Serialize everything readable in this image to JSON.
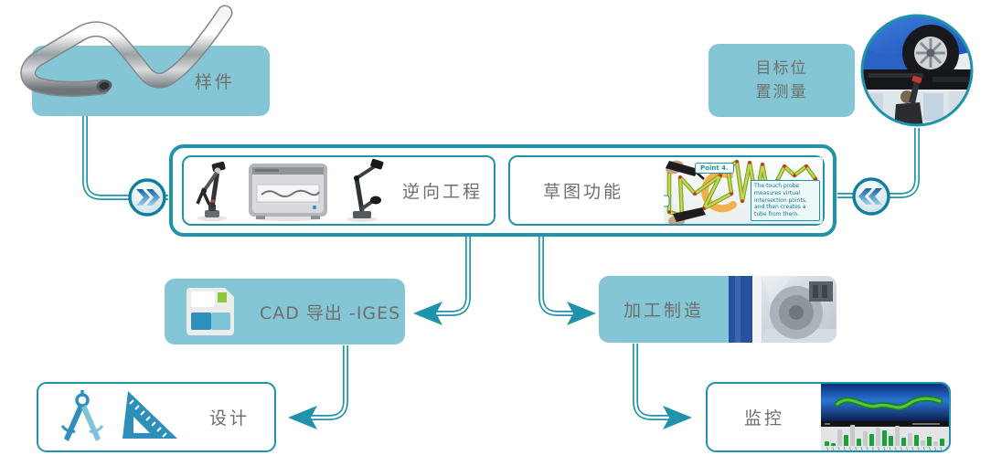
{
  "palette": {
    "teal": "#1f93a9",
    "teal_dark": "#11768e",
    "node_fill": "#85c6d6",
    "label_text": "#6f6f6a",
    "icon_blue": "#2e8fba",
    "icon_blue_light": "#7ec3d8",
    "icon_green": "#8dc63f",
    "chart_green": "#1f9e3c",
    "chart_gray": "#c6cacc"
  },
  "nodes": {
    "sample": {
      "label": "样件"
    },
    "target_measure": {
      "line1": "目标位",
      "line2": "置测量"
    },
    "reverse_engineering": {
      "label": "逆向工程"
    },
    "sketch_function": {
      "label": "草图功能",
      "callout": "Point 4.",
      "caption": "The touch probe measures virtual intersection points, and then creates a tube from them."
    },
    "cad_export": {
      "label": "CAD 导出 -IGES"
    },
    "manufacturing": {
      "label": "加工制造"
    },
    "design": {
      "label": "设计"
    },
    "monitoring": {
      "label": "监控"
    }
  },
  "monitor_chart": {
    "type": "bar",
    "bars": [
      {
        "value": 5,
        "color": "green"
      },
      {
        "value": 3,
        "color": "green"
      },
      {
        "value": 18,
        "color": "gray"
      },
      {
        "value": 12,
        "color": "green"
      },
      {
        "value": 23,
        "color": "gray"
      },
      {
        "value": 8,
        "color": "green"
      },
      {
        "value": 16,
        "color": "gray"
      },
      {
        "value": 13,
        "color": "green"
      },
      {
        "value": 20,
        "color": "gray"
      },
      {
        "value": 17,
        "color": "green"
      },
      {
        "value": 11,
        "color": "green"
      },
      {
        "value": 22,
        "color": "gray"
      },
      {
        "value": 9,
        "color": "green"
      },
      {
        "value": 14,
        "color": "gray"
      },
      {
        "value": 12,
        "color": "green"
      },
      {
        "value": 6,
        "color": "gray"
      },
      {
        "value": 10,
        "color": "green"
      },
      {
        "value": 5,
        "color": "gray"
      },
      {
        "value": 8,
        "color": "green"
      }
    ]
  }
}
